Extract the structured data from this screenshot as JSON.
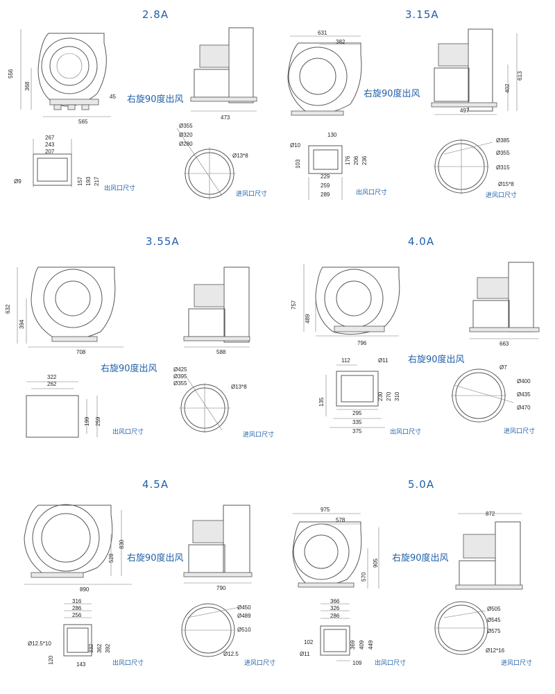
{
  "labels": {
    "rotation": "右旋90度出风",
    "outlet": "出风口尺寸",
    "inlet": "进风口尺寸"
  },
  "models": [
    {
      "name": "2.8A",
      "dims": [
        "556",
        "368",
        "45",
        "565",
        "473",
        "267",
        "243",
        "207",
        "157",
        "193",
        "217",
        "Ø9",
        "Ø355",
        "Ø320",
        "Ø280",
        "Ø13*8"
      ]
    },
    {
      "name": "3.15A",
      "dims": [
        "631",
        "382",
        "613",
        "402",
        "497",
        "130",
        "Ø10",
        "176",
        "206",
        "236",
        "103",
        "229",
        "259",
        "289",
        "Ø385",
        "Ø355",
        "Ø315",
        "Ø15*8"
      ]
    },
    {
      "name": "3.55A",
      "dims": [
        "632",
        "394",
        "708",
        "588",
        "322",
        "262",
        "199",
        "259",
        "Ø425",
        "Ø395",
        "Ø355",
        "Ø13*8"
      ]
    },
    {
      "name": "4.0A",
      "dims": [
        "757",
        "489",
        "796",
        "663",
        "112",
        "Ø11",
        "230",
        "270",
        "310",
        "135",
        "295",
        "335",
        "375",
        "Ø7",
        "Ø400",
        "Ø435",
        "Ø470"
      ]
    },
    {
      "name": "4.5A",
      "dims": [
        "830",
        "528",
        "890",
        "790",
        "316",
        "286",
        "256",
        "Ø12.5*10",
        "332",
        "362",
        "392",
        "120",
        "143",
        "Ø450",
        "Ø489",
        "Ø510",
        "Ø12.5"
      ]
    },
    {
      "name": "5.0A",
      "dims": [
        "975",
        "578",
        "905",
        "570",
        "872",
        "366",
        "326",
        "286",
        "102",
        "369",
        "409",
        "449",
        "Ø11",
        "109",
        "Ø505",
        "Ø545",
        "Ø575",
        "Ø12*16"
      ]
    }
  ]
}
